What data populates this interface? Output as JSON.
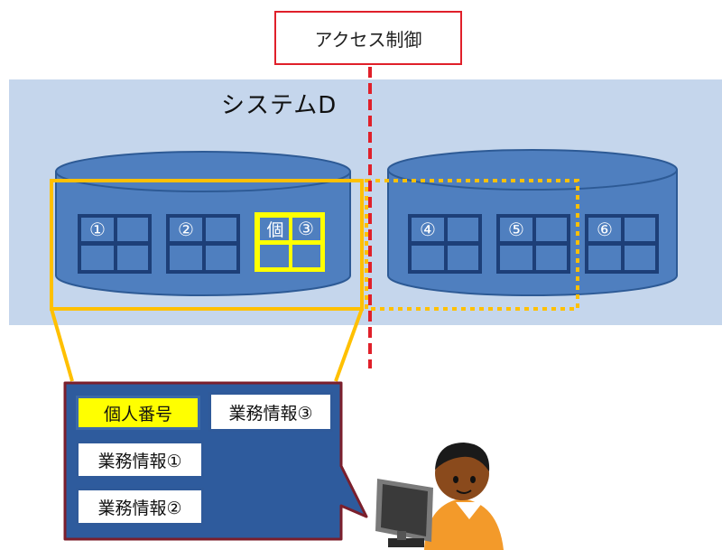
{
  "access_control_label": "アクセス制御",
  "system_title": "システムD",
  "data_cells": [
    "①",
    "②",
    "③",
    "④",
    "⑤",
    "⑥"
  ],
  "personal_marker": "個",
  "detail_items": {
    "personal_number": "個人番号",
    "business_info_3": "業務情報③",
    "business_info_1": "業務情報①",
    "business_info_2": "業務情報②"
  },
  "colors": {
    "system_band": "#c5d6ec",
    "database": "#4f7fbf",
    "cell": "#1d3f78",
    "highlight": "#ffff00",
    "selection_frame": "#ffc000",
    "access_line": "#e0202a",
    "callout_border": "#7b1f2c"
  },
  "icons": [
    "database-icon",
    "user-at-computer-icon"
  ]
}
